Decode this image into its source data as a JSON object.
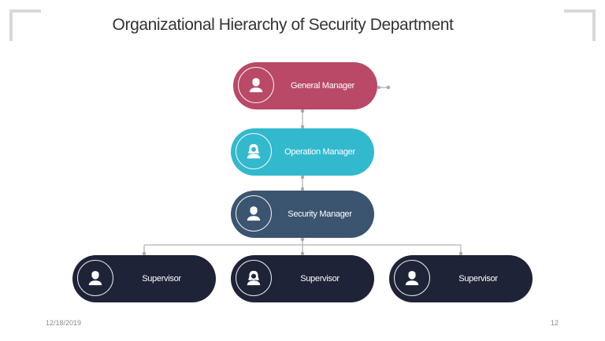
{
  "title": "Organizational Hierarchy of Security Department",
  "colors": {
    "general_manager": "#b94967",
    "operation_manager": "#33b9cd",
    "security_manager": "#3b5470",
    "supervisor": "#1e2337",
    "connector": "#b3b3b3"
  },
  "nodes": {
    "general_manager": {
      "label": "General Manager",
      "icon": "male-person-icon"
    },
    "operation_manager": {
      "label": "Operation Manager",
      "icon": "female-person-icon"
    },
    "security_manager": {
      "label": "Security Manager",
      "icon": "male-person-icon"
    },
    "supervisors": [
      {
        "label": "Supervisor",
        "icon": "male-person-icon"
      },
      {
        "label": "Supervisor",
        "icon": "female-person-icon"
      },
      {
        "label": "Supervisor",
        "icon": "male-person-icon"
      }
    ]
  },
  "footer": {
    "date": "12/18/2019",
    "page": "12"
  }
}
